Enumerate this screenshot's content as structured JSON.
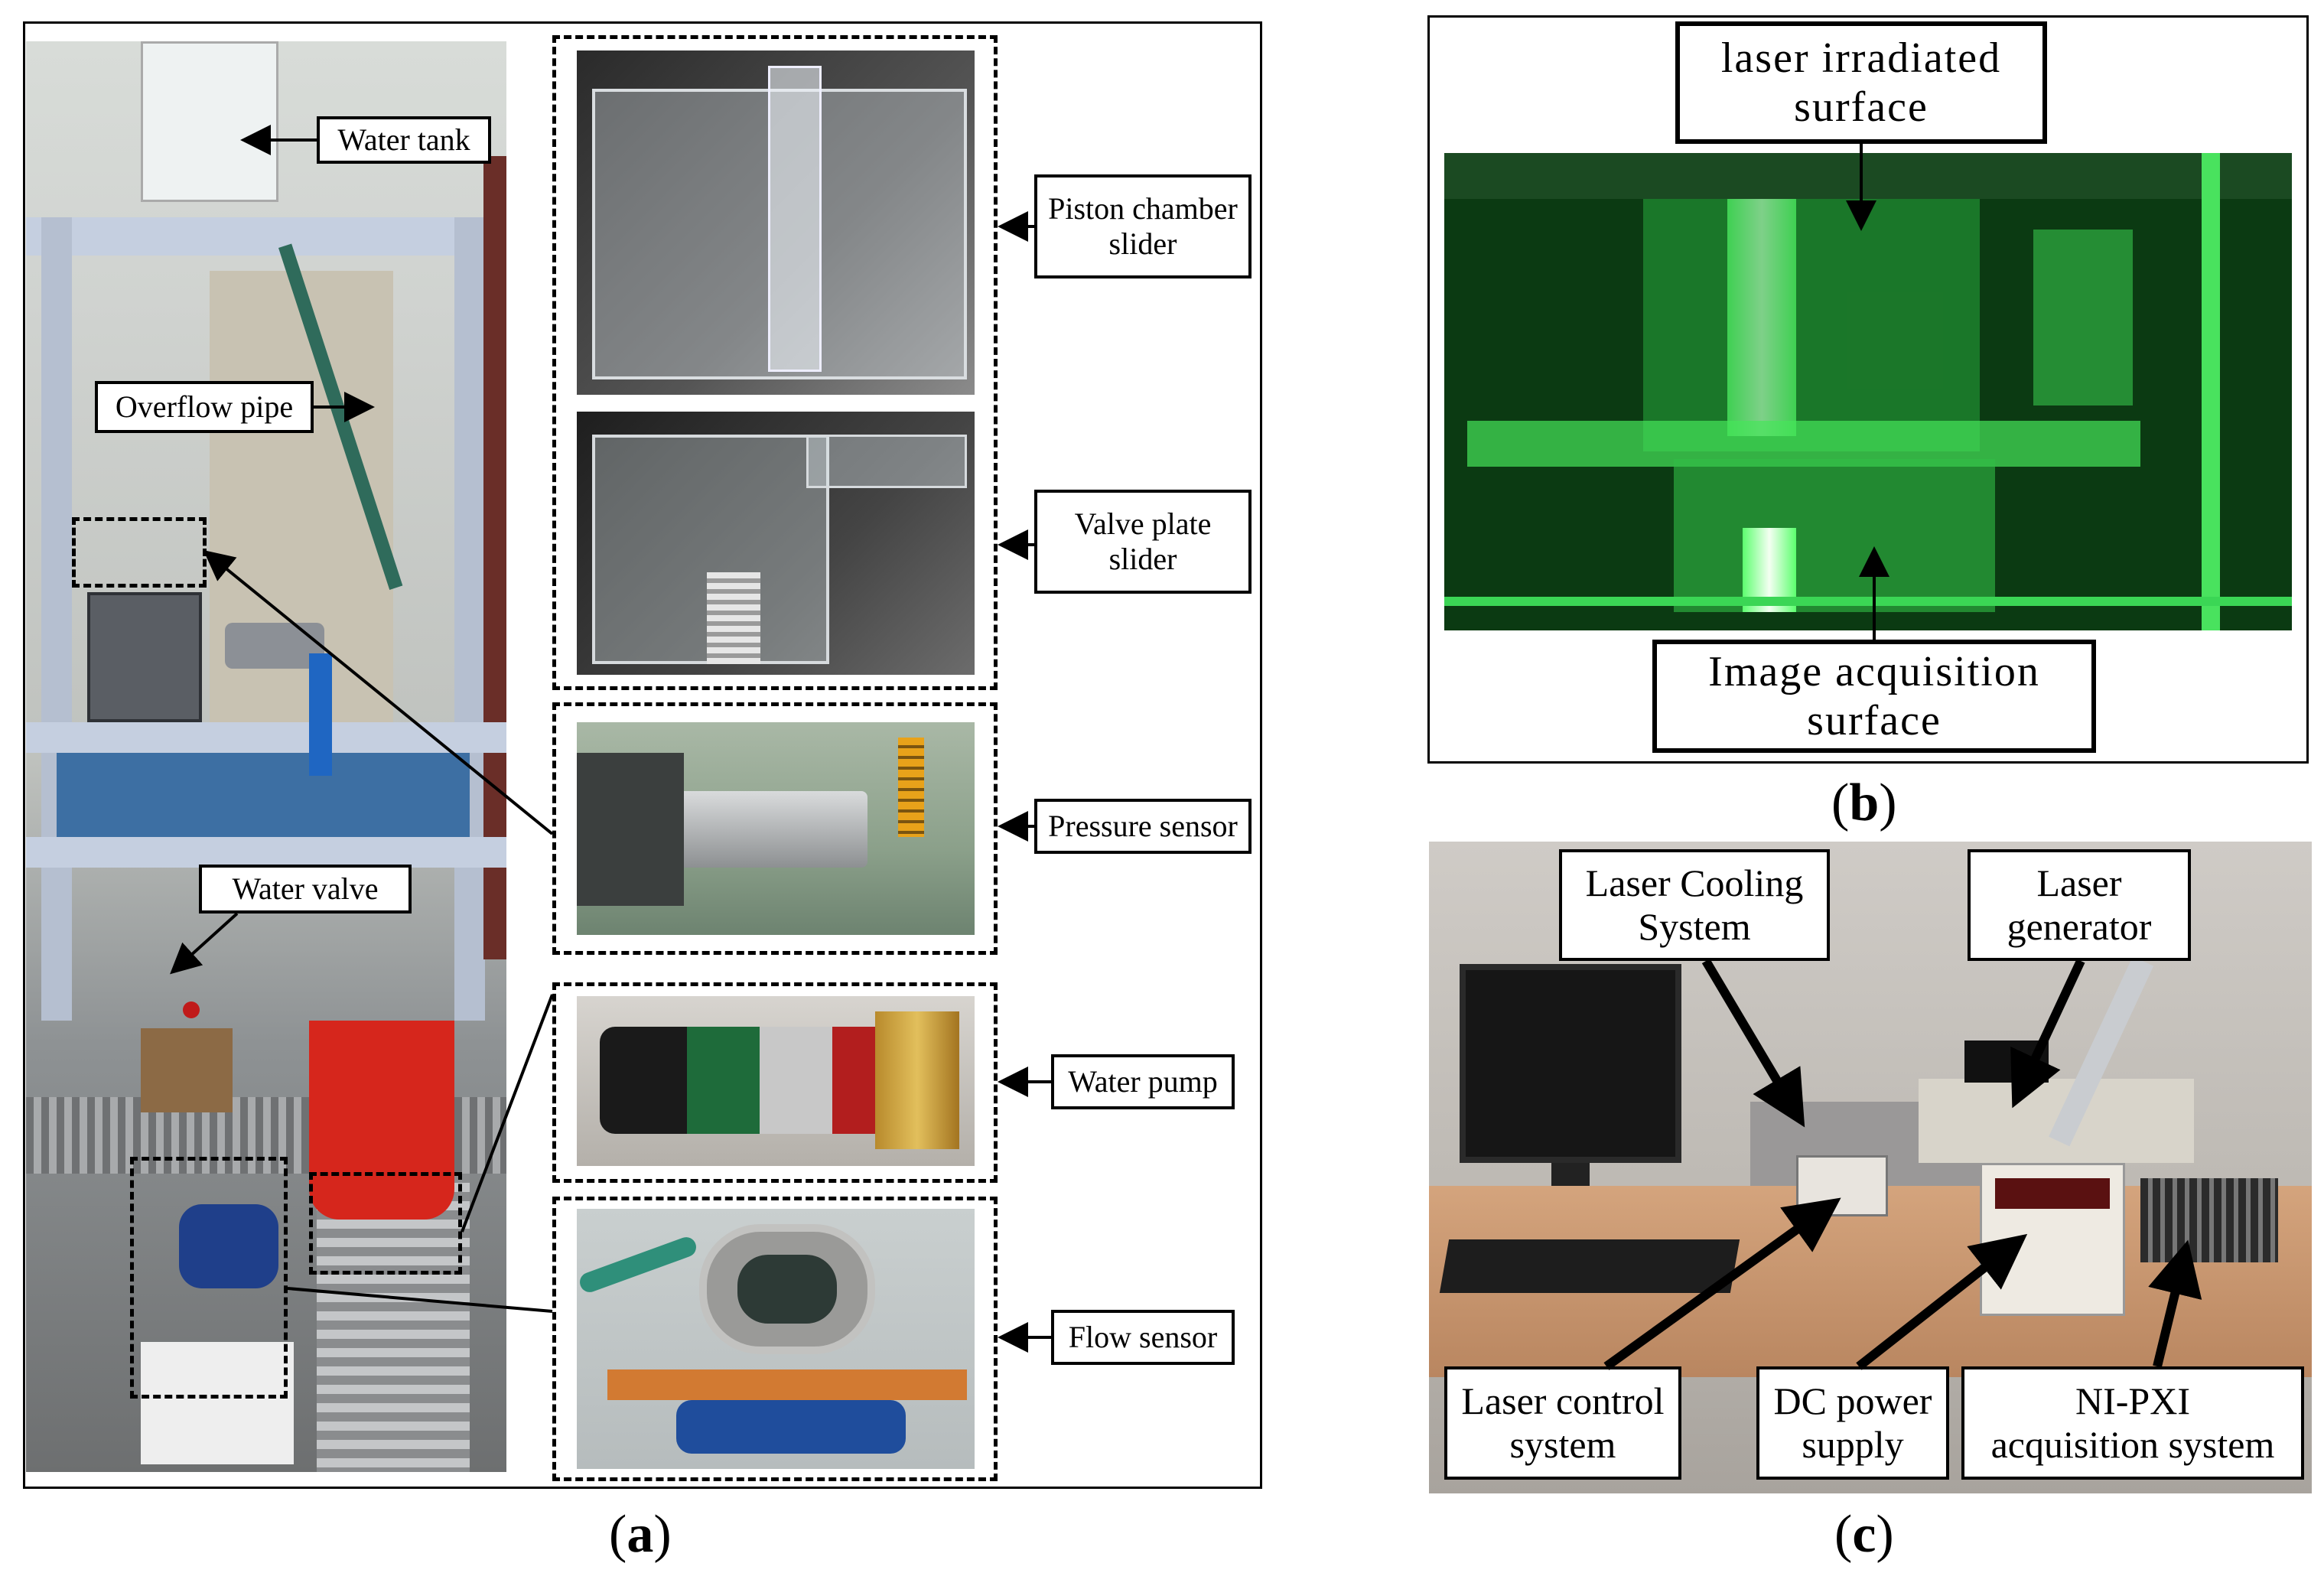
{
  "panel_a": {
    "caption_letter": "a",
    "labels": {
      "water_tank": "Water tank",
      "overflow_pipe": "Overflow pipe",
      "water_valve": "Water valve",
      "piston_chamber_slider": "Piston chamber\nslider",
      "valve_plate_slider": "Valve plate\nslider",
      "pressure_sensor": "Pressure sensor",
      "water_pump": "Water pump",
      "flow_sensor": "Flow sensor"
    }
  },
  "panel_b": {
    "caption_letter": "b",
    "labels": {
      "laser_irradiated_surface": "laser irradiated\nsurface",
      "image_acquisition_surface": "Image acquisition\nsurface"
    }
  },
  "panel_c": {
    "caption_letter": "c",
    "labels": {
      "laser_cooling_system": "Laser Cooling\nSystem",
      "laser_generator": "Laser\ngenerator",
      "laser_control_system": "Laser control\nsystem",
      "dc_power_supply": "DC power\nsupply",
      "ni_pxi": "NI-PXI\nacquisition system"
    }
  },
  "colors": {
    "photo_a_bg": "#c9c9c6",
    "photo_b_bg": "#0a3d12",
    "laser_green": "#3cff5a",
    "photo_c_bg": "#b8b4ae",
    "desk": "#c89770"
  }
}
